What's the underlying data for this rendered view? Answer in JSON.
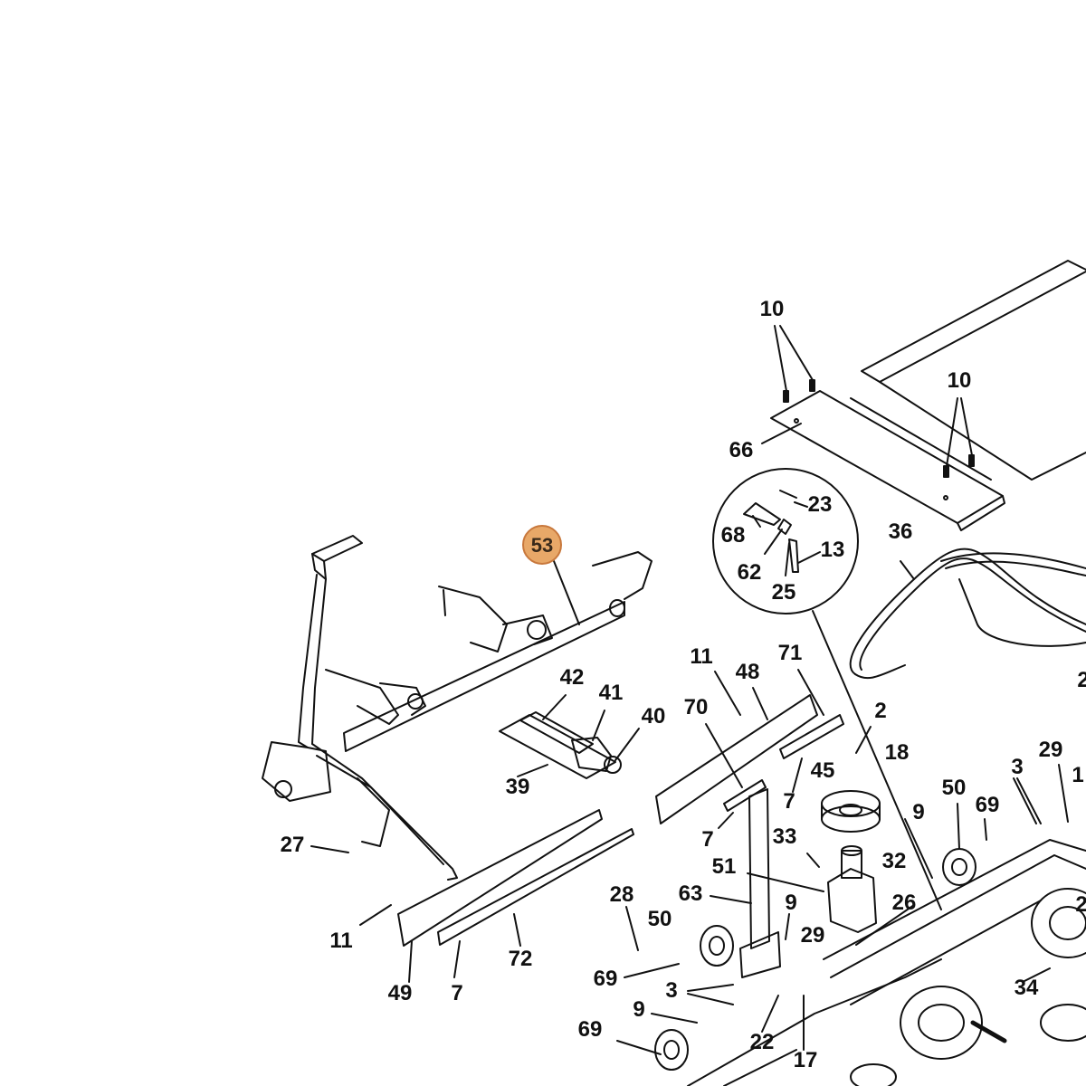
{
  "colors": {
    "line": "#111111",
    "highlight_fill": "#e8a868",
    "highlight_stroke": "#c8783c"
  },
  "highlighted_callout": "53",
  "callouts": [
    "10",
    "10",
    "66",
    "23",
    "68",
    "13",
    "62",
    "25",
    "36",
    "2",
    "42",
    "41",
    "40",
    "39",
    "11",
    "48",
    "71",
    "70",
    "2",
    "18",
    "29",
    "1",
    "45",
    "7",
    "3",
    "50",
    "69",
    "7",
    "9",
    "33",
    "32",
    "51",
    "27",
    "28",
    "63",
    "9",
    "26",
    "50",
    "29",
    "11",
    "49",
    "7",
    "72",
    "69",
    "3",
    "9",
    "34",
    "69",
    "22",
    "17",
    "2"
  ]
}
